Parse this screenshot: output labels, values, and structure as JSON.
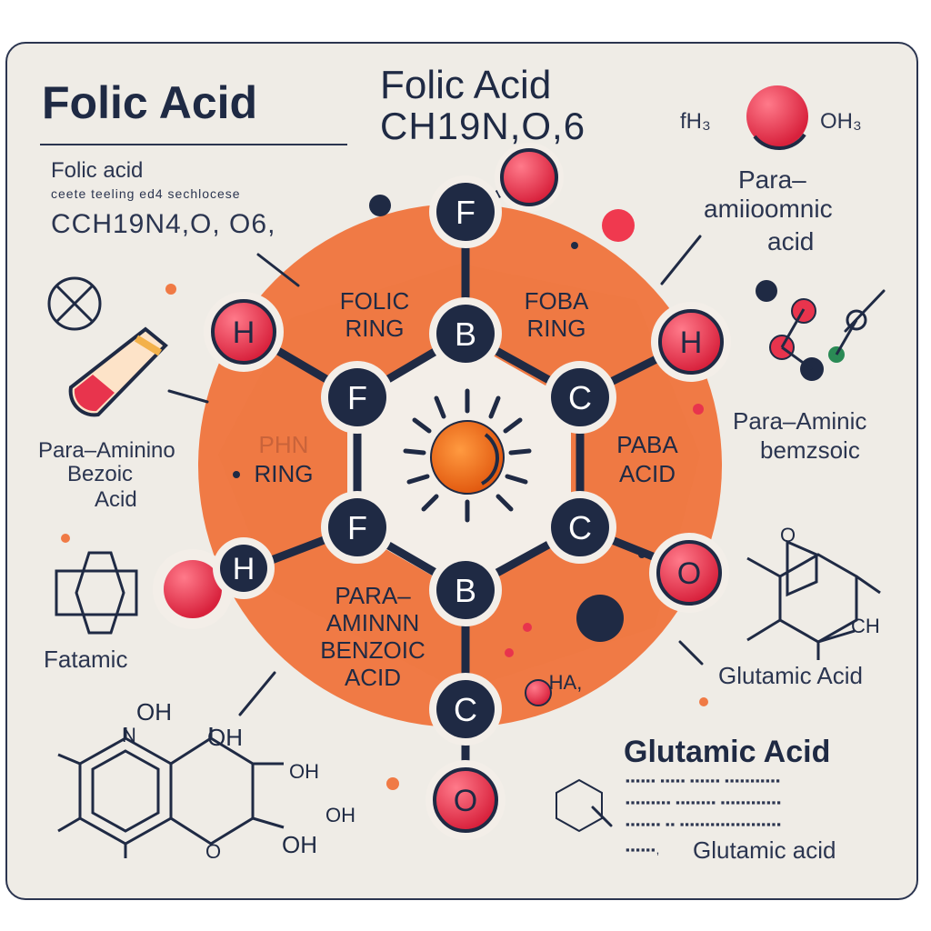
{
  "header": {
    "title": "Folic Acid",
    "title_secondary": "Folic Acid",
    "formula_secondary": "CH19N,O,6"
  },
  "left_panel": {
    "desc_line1": "Folic acid",
    "desc_line2_garbled": "ceete teeling  ed4  sechlocese",
    "desc_line3_garbled": "CCH19N4,O, O6,",
    "para_label": [
      "Para–Aminino",
      "Bezoic",
      "Acid"
    ],
    "fatamic": "Fatamic",
    "oh_labels": [
      "OH",
      "OH",
      "OH",
      "OH",
      "OH"
    ],
    "n_label": "N",
    "o_label": "O"
  },
  "right_panel": {
    "fh3": "fH₃",
    "oh3": "OH₃",
    "para_amin": [
      "Para–",
      "amiioomnic",
      "acid"
    ],
    "para_aminic": [
      "Para–Aminic",
      "bemzsoic"
    ],
    "ch_label": "CH",
    "o_label": "O",
    "glutamic_small": "Glutamic Acid",
    "glutamic_big": "Glutamic Acid",
    "glutamic_desc_end": "Glutamic acid"
  },
  "molecule": {
    "nodes": [
      "F",
      "F",
      "F",
      "B",
      "C",
      "C",
      "B",
      "C"
    ],
    "outer_nodes": [
      "H",
      "H",
      "H",
      "O",
      "O"
    ],
    "ring_labels": {
      "folic": [
        "FOLIC",
        "RING"
      ],
      "foba": [
        "FOBA",
        "RING"
      ],
      "phn": [
        "PHN",
        "RING"
      ],
      "paba": [
        "PABA",
        "ACID"
      ],
      "para": [
        "PARA–",
        "AMINNN",
        "BENZOIC",
        "ACID"
      ],
      "ha": "HA,"
    }
  },
  "colors": {
    "navy": "#1f2a44",
    "orange": "#f07a45",
    "red": "#e8344d",
    "background": "#efece6"
  }
}
